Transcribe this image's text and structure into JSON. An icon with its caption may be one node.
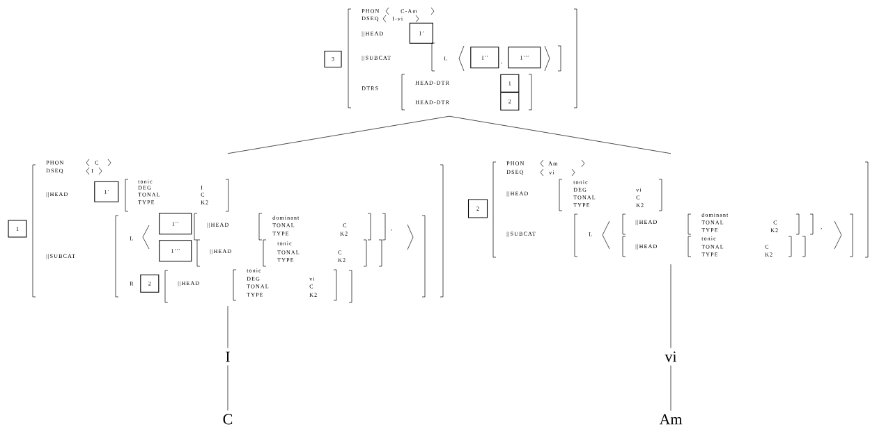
{
  "diagram": {
    "nodes": [
      {
        "text": [
          "PHON",
          "C-Am",
          "DSEQ",
          "I-vi",
          "||HEAD",
          "||SUBCAT",
          "L",
          ",",
          "DTRS",
          "HEAD-DTR",
          "HEAD-DTR"
        ]
      },
      {
        "text": [
          "3"
        ]
      },
      {
        "text": [
          "1′"
        ],
        "in": 0
      },
      {
        "text": [
          "1′′"
        ],
        "in": 0
      },
      {
        "text": [
          "1′′′"
        ],
        "in": 0
      },
      {
        "text": [
          "1"
        ],
        "in": 0
      },
      {
        "text": [
          "2"
        ],
        "in": 0
      },
      {
        "text": [
          "1"
        ]
      },
      {
        "text": [
          "PHON",
          "C",
          "DSEQ",
          "I",
          "||HEAD",
          "tonic",
          "DEG",
          "I",
          "TONAL",
          "C",
          "TYPE",
          "K2",
          "||SUBCAT",
          "L",
          "||HEAD",
          "dominant",
          "TONAL",
          "C",
          "TYPE",
          "K2",
          ",",
          "||HEAD",
          "tonic",
          "TONAL",
          "C",
          "TYPE",
          "K2",
          "R",
          "||HEAD",
          "tonic",
          "DEG",
          "vi",
          "TONAL",
          "C",
          "TYPE",
          "K2"
        ]
      },
      {
        "text": [
          "1′"
        ],
        "in": 8
      },
      {
        "text": [
          "1′′"
        ],
        "in": 8
      },
      {
        "text": [
          "1′′′"
        ],
        "in": 8
      },
      {
        "text": [
          "2"
        ],
        "in": 8
      },
      {
        "text": [
          "2"
        ]
      },
      {
        "text": [
          "PHON",
          "Am",
          "DSEQ",
          "vi",
          "||HEAD",
          "tonic",
          "DEG",
          "vi",
          "TONAL",
          "C",
          "TYPE",
          "K2",
          "||SUBCAT",
          "L",
          "||HEAD",
          "dominant",
          "TONAL",
          "C",
          "TYPE",
          "K2",
          ",",
          "||HEAD",
          "tonic",
          "TONAL",
          "C",
          "TYPE",
          "K2"
        ]
      },
      {
        "text": [
          "I"
        ]
      },
      {
        "text": [
          "C"
        ]
      },
      {
        "text": [
          "vi"
        ]
      },
      {
        "text": [
          "Am"
        ]
      }
    ],
    "edges": [
      {
        "from": 0,
        "to": 8,
        "arrow": "none"
      },
      {
        "from": 0,
        "to": 14,
        "arrow": "none"
      },
      {
        "from": 8,
        "to": 15,
        "arrow": "none"
      },
      {
        "from": 15,
        "to": 16,
        "arrow": "none"
      },
      {
        "from": 14,
        "to": 17,
        "arrow": "none"
      },
      {
        "from": 17,
        "to": 18,
        "arrow": "none"
      }
    ]
  }
}
